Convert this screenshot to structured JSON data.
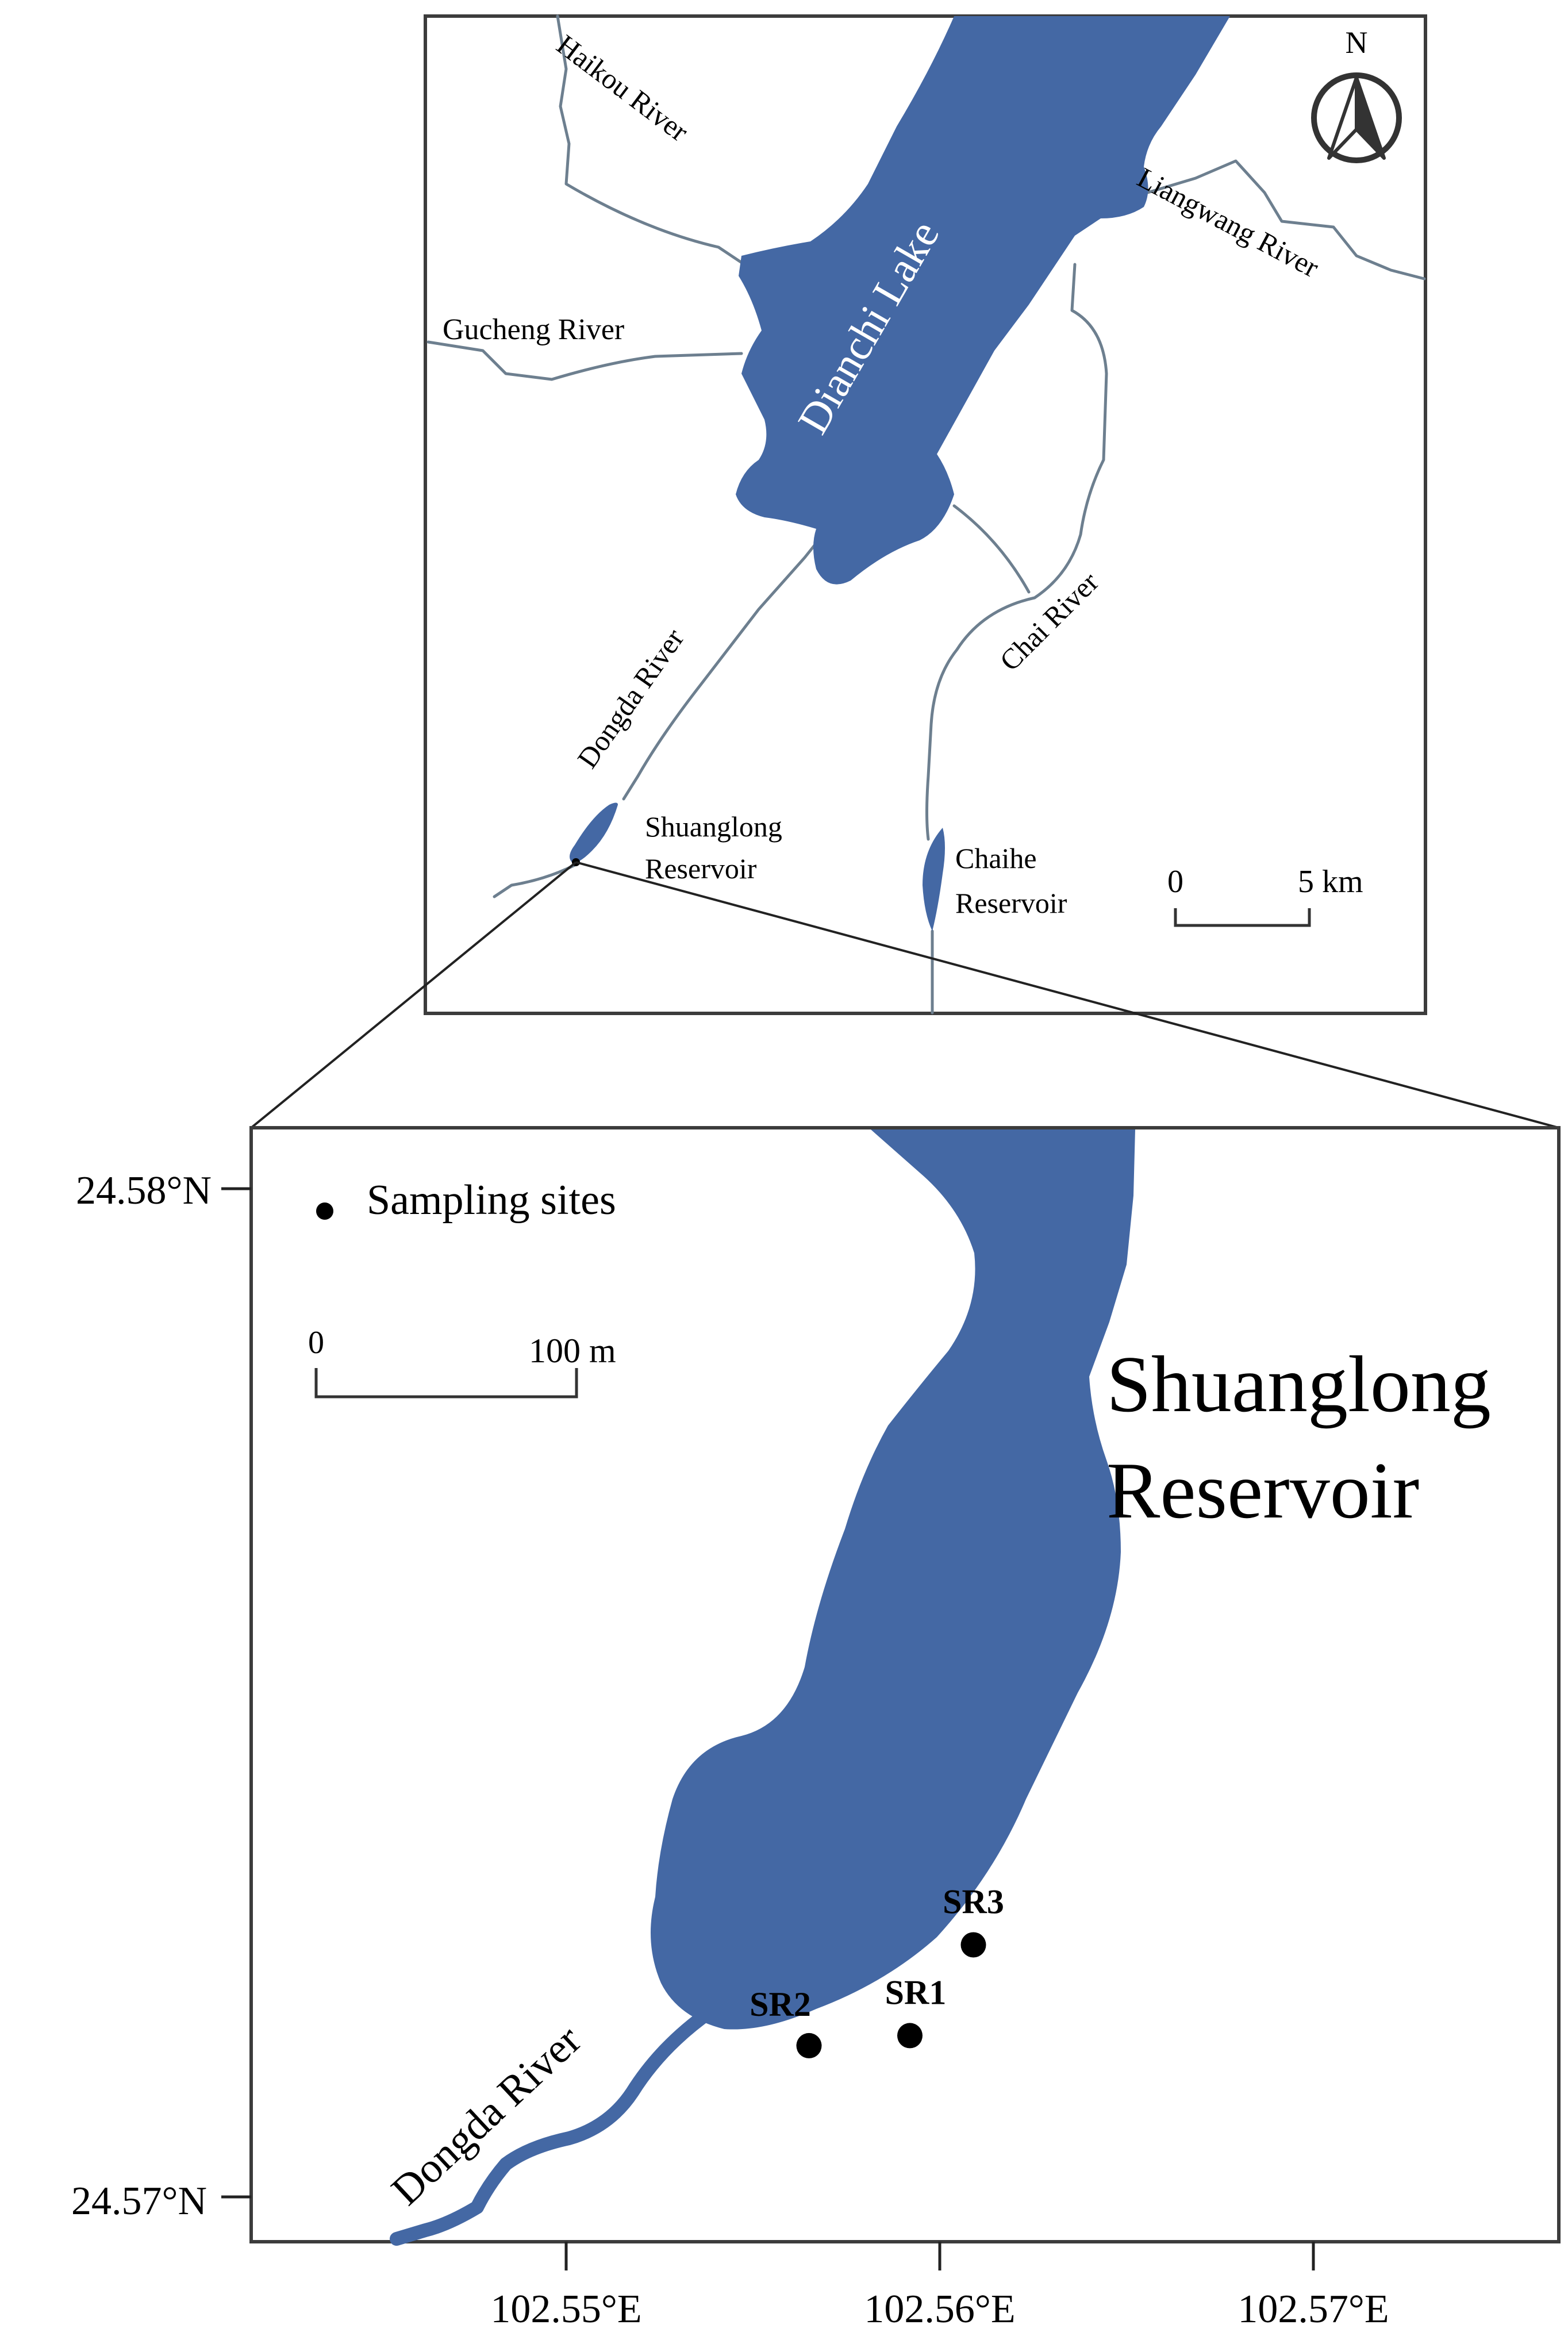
{
  "overview_map": {
    "lake_label": "Dianchi Lake",
    "rivers": {
      "haikou": "Haikou River",
      "liangwang": "Liangwang River",
      "gucheng": "Gucheng River",
      "dongda": "Dongda River",
      "chai": "Chai River"
    },
    "reservoirs": {
      "shuanglong_line1": "Shuanglong",
      "shuanglong_line2": "Reservoir",
      "chaihe_line1": "Chaihe",
      "chaihe_line2": "Reservoir"
    },
    "north_label": "N",
    "scale_bar": {
      "start": "0",
      "end": "5 km"
    }
  },
  "detail_map": {
    "reservoir_title_line1": "Shuanglong",
    "reservoir_title_line2": "Reservoir",
    "river_label": "Dongda River",
    "legend_label": "Sampling sites",
    "scale_bar": {
      "start": "0",
      "end": "100 m"
    },
    "sites": [
      {
        "id": "SR1",
        "lon": 102.5592,
        "lat": 24.5716
      },
      {
        "id": "SR2",
        "lon": 102.5565,
        "lat": 24.5715
      },
      {
        "id": "SR3",
        "lon": 102.5609,
        "lat": 24.5725
      }
    ],
    "y_ticks": [
      "24.58°N",
      "24.57°N"
    ],
    "x_ticks": [
      "102.55°E",
      "102.56°E",
      "102.57°E"
    ]
  },
  "colors": {
    "water": "#4468a4",
    "river_line": "#6d7f8f",
    "frame": "#3c3c3c"
  }
}
